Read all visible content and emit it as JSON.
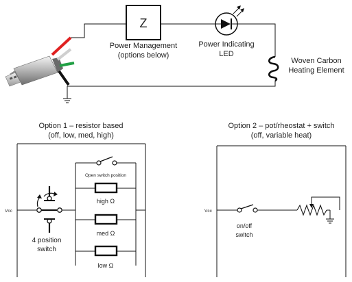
{
  "top": {
    "z_label": "Z",
    "power_mgmt_line1": "Power Management",
    "power_mgmt_line2": "(options below)",
    "led_line1": "Power Indicating",
    "led_line2": "LED",
    "heater_line1": "Woven Carbon",
    "heater_line2": "Heating Element"
  },
  "option1": {
    "title_line1": "Option 1 – resistor based",
    "title_line2": "(off, low, med, high)",
    "vcc": "Vcc",
    "open_switch": "Open switch position",
    "high": "high Ω",
    "med": "med Ω",
    "low": "low Ω",
    "switch_line1": "4 position",
    "switch_line2": "switch"
  },
  "option2": {
    "title_line1": "Option 2 – pot/rheostat + switch",
    "title_line2": "(off, variable heat)",
    "vcc": "Vcc",
    "switch_line1": "on/off",
    "switch_line2": "switch"
  },
  "colors": {
    "wire_red": "#e02020",
    "wire_white": "#cfcfcf",
    "wire_green": "#22a045",
    "wire_black": "#111111",
    "led_fill": "#ffffff"
  }
}
